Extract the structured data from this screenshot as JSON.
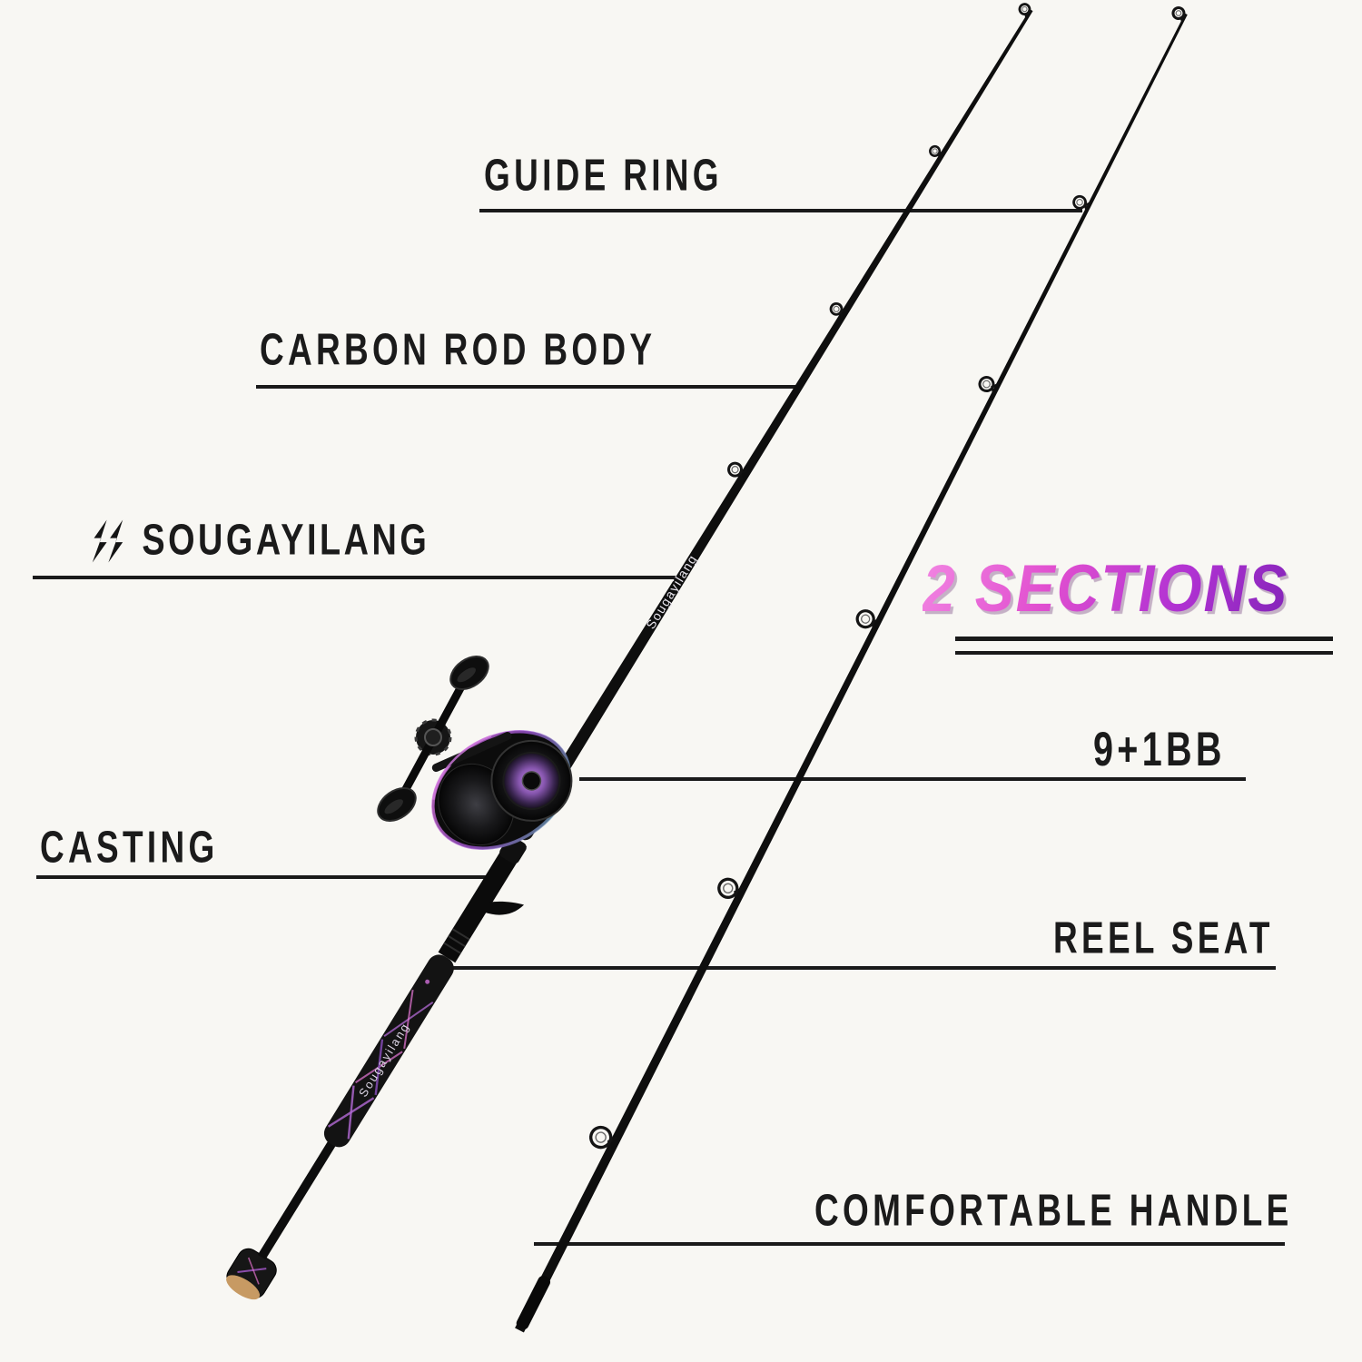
{
  "callouts": {
    "guide_ring": "GUIDE RING",
    "carbon_rod_body": "CARBON ROD BODY",
    "brand": "SOUGAYILANG",
    "sections": "2 SECTIONS",
    "bearings": "9+1BB",
    "reel_type": "CASTING",
    "reel_seat": "REEL SEAT",
    "handle": "COMFORTABLE HANDLE"
  },
  "illustration": {
    "rod_blank_text": "Sougayilang",
    "grip_text": "Sougayilang"
  },
  "icons": {
    "brand_logo": "double-lightning-s-mark"
  },
  "colors": {
    "background": "#f8f7f3",
    "ink": "#1b1b1b",
    "rod_black": "#0e0e0e",
    "accent_pink": "#e14fd0",
    "accent_purple": "#8224b8",
    "reel_iridescent": "#a052d8",
    "cork": "#c79a63"
  }
}
